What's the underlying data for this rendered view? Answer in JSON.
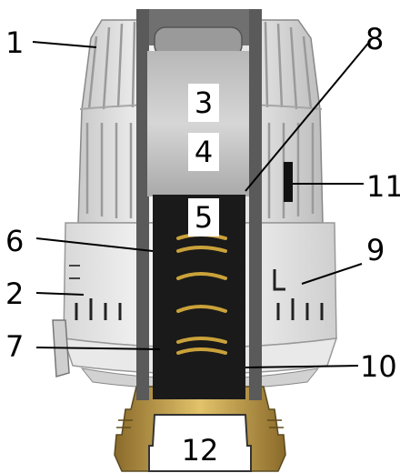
{
  "figure": {
    "labels": {
      "l1": "1",
      "l2": "2",
      "l3": "3",
      "l4": "4",
      "l5": "5",
      "l6": "6",
      "l7": "7",
      "l8": "8",
      "l9": "9",
      "l10": "10",
      "l11": "11",
      "l12": "12"
    }
  }
}
